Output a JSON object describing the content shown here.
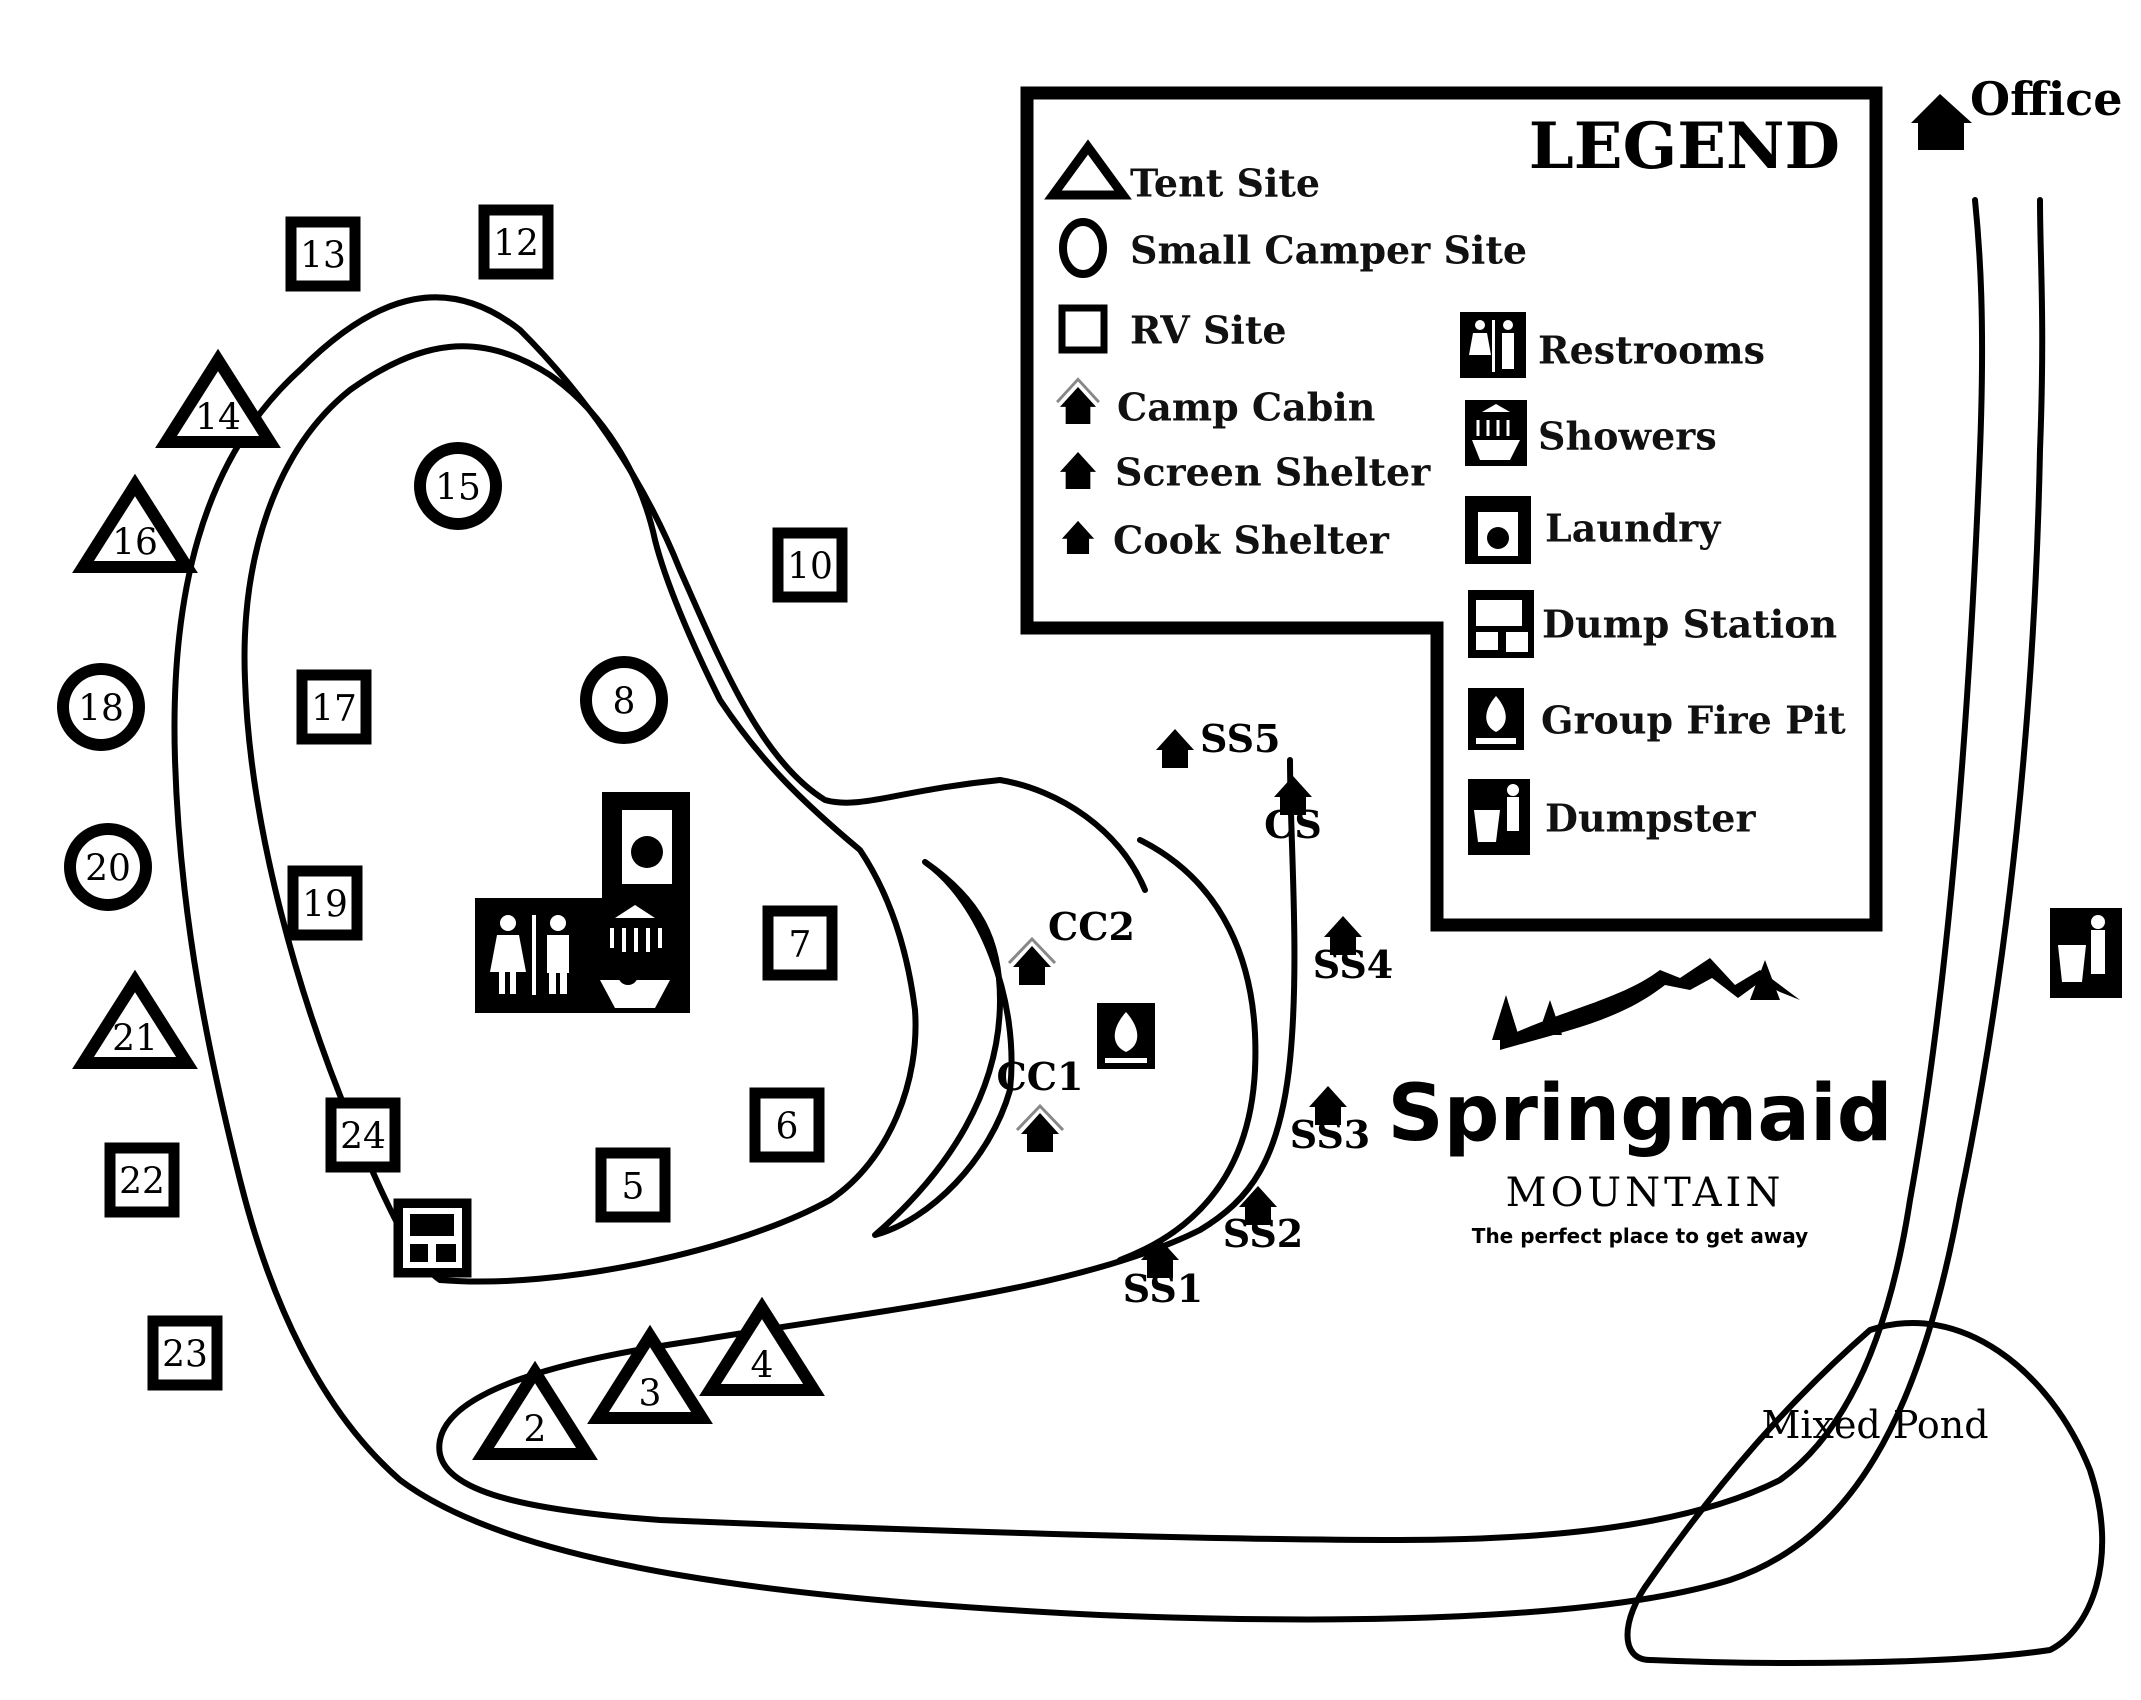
{
  "map": {
    "office_label": "Office",
    "pond_label": "Mixed Pond",
    "brand": {
      "name": "Springmaid",
      "sub": "MOUNTAIN",
      "tagline": "The perfect place to get away"
    },
    "legend": {
      "title": "LEGEND",
      "site_types": [
        {
          "key": "tent",
          "label": "Tent Site"
        },
        {
          "key": "small-camper",
          "label": "Small Camper Site"
        },
        {
          "key": "rv",
          "label": "RV Site"
        }
      ],
      "shelters": [
        {
          "key": "camp-cabin",
          "label": "Camp Cabin"
        },
        {
          "key": "screen-shelter",
          "label": "Screen Shelter"
        },
        {
          "key": "cook-shelter",
          "label": "Cook Shelter"
        }
      ],
      "amenities": [
        {
          "key": "restrooms",
          "label": "Restrooms"
        },
        {
          "key": "showers",
          "label": "Showers"
        },
        {
          "key": "laundry",
          "label": "Laundry"
        },
        {
          "key": "dump-station",
          "label": "Dump Station"
        },
        {
          "key": "group-fire-pit",
          "label": "Group Fire Pit"
        },
        {
          "key": "dumpster",
          "label": "Dumpster"
        }
      ]
    },
    "sites": [
      {
        "id": "2",
        "type": "tent"
      },
      {
        "id": "3",
        "type": "tent"
      },
      {
        "id": "4",
        "type": "tent"
      },
      {
        "id": "5",
        "type": "rv"
      },
      {
        "id": "6",
        "type": "rv"
      },
      {
        "id": "7",
        "type": "rv"
      },
      {
        "id": "8",
        "type": "small-camper"
      },
      {
        "id": "10",
        "type": "rv"
      },
      {
        "id": "12",
        "type": "rv"
      },
      {
        "id": "13",
        "type": "rv"
      },
      {
        "id": "14",
        "type": "tent"
      },
      {
        "id": "15",
        "type": "small-camper"
      },
      {
        "id": "16",
        "type": "tent"
      },
      {
        "id": "17",
        "type": "rv"
      },
      {
        "id": "18",
        "type": "small-camper"
      },
      {
        "id": "19",
        "type": "rv"
      },
      {
        "id": "20",
        "type": "small-camper"
      },
      {
        "id": "21",
        "type": "tent"
      },
      {
        "id": "22",
        "type": "rv"
      },
      {
        "id": "23",
        "type": "rv"
      },
      {
        "id": "24",
        "type": "rv"
      }
    ],
    "shelter_points": [
      {
        "id": "SS5",
        "type": "screen-shelter"
      },
      {
        "id": "CS",
        "type": "cook-shelter"
      },
      {
        "id": "SS4",
        "type": "screen-shelter"
      },
      {
        "id": "SS3",
        "type": "screen-shelter"
      },
      {
        "id": "SS2",
        "type": "screen-shelter"
      },
      {
        "id": "SS1",
        "type": "screen-shelter"
      },
      {
        "id": "CC2",
        "type": "camp-cabin"
      },
      {
        "id": "CC1",
        "type": "camp-cabin"
      }
    ]
  }
}
